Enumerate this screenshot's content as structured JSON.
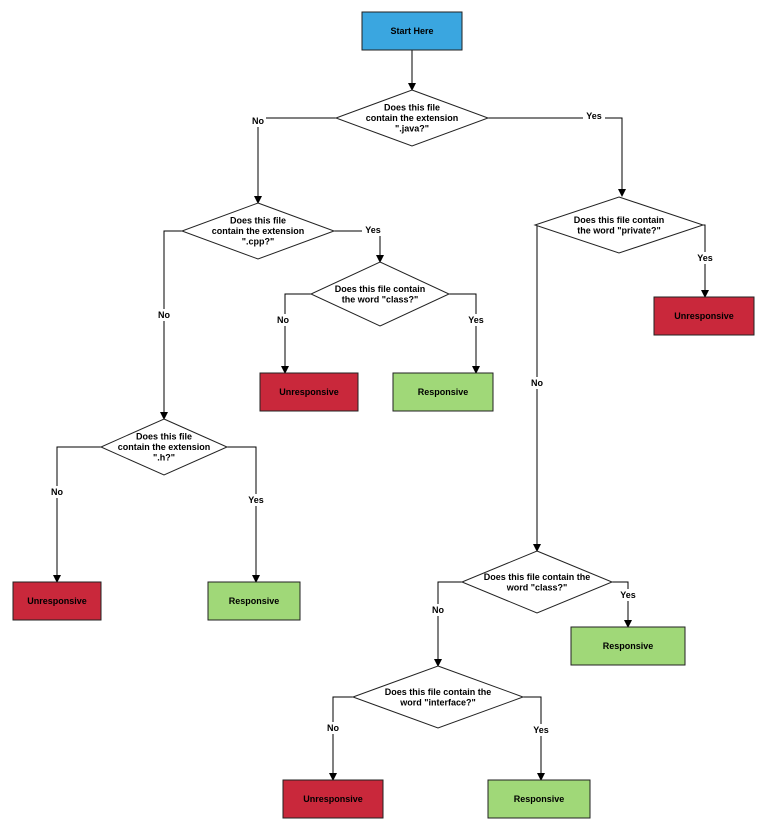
{
  "colors": {
    "start": "#3aa6e0",
    "unresponsive": "#c9283b",
    "responsive": "#a0d878",
    "line": "#000000"
  },
  "nodes": [
    {
      "id": "start",
      "type": "start",
      "lines": [
        "Start Here"
      ]
    },
    {
      "id": "q_java",
      "type": "decision",
      "lines": [
        "Does this file",
        "contain the extension",
        "\".java?\""
      ]
    },
    {
      "id": "q_cpp",
      "type": "decision",
      "lines": [
        "Does this file",
        "contain the extension",
        "\".cpp?\""
      ]
    },
    {
      "id": "q_private",
      "type": "decision",
      "lines": [
        "Does this file contain",
        "the word \"private?\""
      ]
    },
    {
      "id": "r_private_yes",
      "type": "unresponsive",
      "lines": [
        "Unresponsive"
      ]
    },
    {
      "id": "q_class_cpp",
      "type": "decision",
      "lines": [
        "Does this file contain",
        "the word \"class?\""
      ]
    },
    {
      "id": "r_class_cpp_no",
      "type": "unresponsive",
      "lines": [
        "Unresponsive"
      ]
    },
    {
      "id": "r_class_cpp_yes",
      "type": "responsive",
      "lines": [
        "Responsive"
      ]
    },
    {
      "id": "q_h",
      "type": "decision",
      "lines": [
        "Does this file",
        "contain the extension",
        "\".h?\""
      ]
    },
    {
      "id": "r_h_no",
      "type": "unresponsive",
      "lines": [
        "Unresponsive"
      ]
    },
    {
      "id": "r_h_yes",
      "type": "responsive",
      "lines": [
        "Responsive"
      ]
    },
    {
      "id": "q_class_java",
      "type": "decision",
      "lines": [
        "Does this file contain the",
        "word \"class?\""
      ]
    },
    {
      "id": "r_class_java_yes",
      "type": "responsive",
      "lines": [
        "Responsive"
      ]
    },
    {
      "id": "q_interface",
      "type": "decision",
      "lines": [
        "Does this file contain the",
        "word \"interface?\""
      ]
    },
    {
      "id": "r_interface_no",
      "type": "unresponsive",
      "lines": [
        "Unresponsive"
      ]
    },
    {
      "id": "r_interface_yes",
      "type": "responsive",
      "lines": [
        "Responsive"
      ]
    }
  ],
  "edges": [
    {
      "from": "start",
      "to": "q_java",
      "label": ""
    },
    {
      "from": "q_java",
      "to": "q_cpp",
      "label": "No"
    },
    {
      "from": "q_java",
      "to": "q_private",
      "label": "Yes"
    },
    {
      "from": "q_cpp",
      "to": "q_h",
      "label": "No"
    },
    {
      "from": "q_cpp",
      "to": "q_class_cpp",
      "label": "Yes"
    },
    {
      "from": "q_class_cpp",
      "to": "r_class_cpp_no",
      "label": "No"
    },
    {
      "from": "q_class_cpp",
      "to": "r_class_cpp_yes",
      "label": "Yes"
    },
    {
      "from": "q_private",
      "to": "r_private_yes",
      "label": "Yes"
    },
    {
      "from": "q_private",
      "to": "q_class_java",
      "label": "No"
    },
    {
      "from": "q_h",
      "to": "r_h_no",
      "label": "No"
    },
    {
      "from": "q_h",
      "to": "r_h_yes",
      "label": "Yes"
    },
    {
      "from": "q_class_java",
      "to": "r_class_java_yes",
      "label": "Yes"
    },
    {
      "from": "q_class_java",
      "to": "q_interface",
      "label": "No"
    },
    {
      "from": "q_interface",
      "to": "r_interface_no",
      "label": "No"
    },
    {
      "from": "q_interface",
      "to": "r_interface_yes",
      "label": "Yes"
    }
  ]
}
